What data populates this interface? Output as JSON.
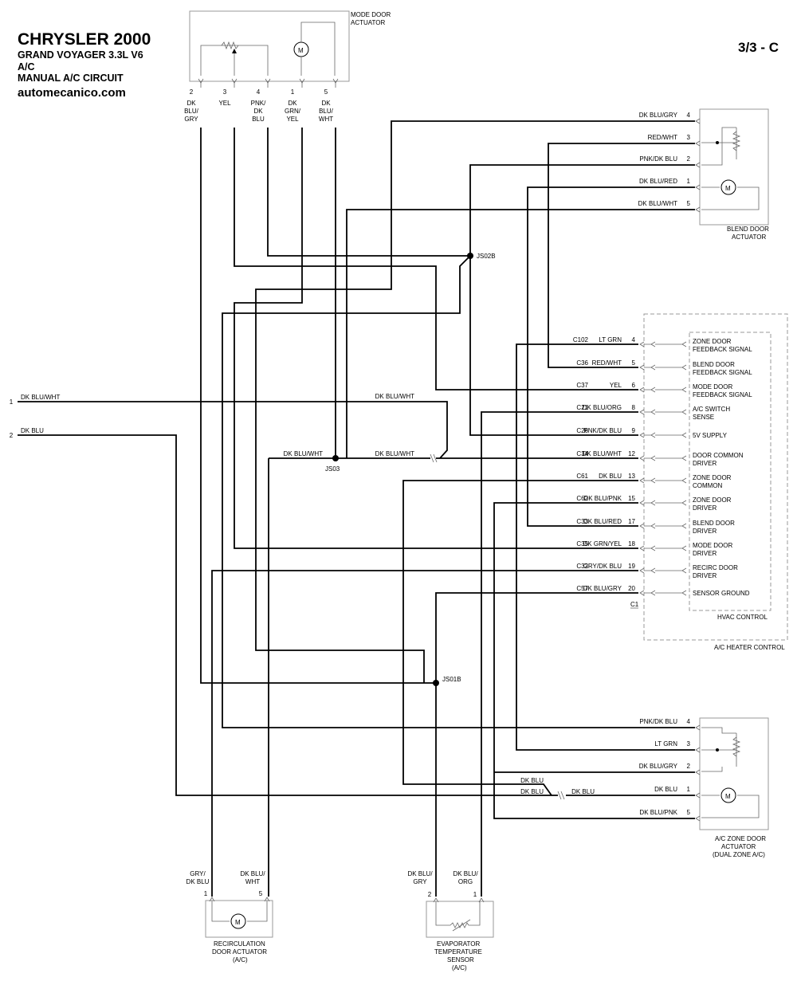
{
  "header": {
    "title": "CHRYSLER 2000",
    "lines": [
      "GRAND VOYAGER  3.3L  V6",
      "A/C",
      "MANUAL A/C CIRCUIT"
    ],
    "site": "automecanico.com",
    "page": "3/3 - C"
  },
  "components": {
    "mode_door": [
      "MODE DOOR",
      "ACTUATOR"
    ],
    "blend_door": [
      "BLEND DOOR",
      "ACTUATOR"
    ],
    "zone_door": [
      "A/C ZONE DOOR",
      "ACTUATOR",
      "(DUAL ZONE A/C)"
    ],
    "recirc_door": [
      "RECIRCULATION",
      "DOOR ACTUATOR",
      "(A/C)"
    ],
    "evap_sensor": [
      "EVAPORATOR",
      "TEMPERATURE",
      "SENSOR",
      "(A/C)"
    ],
    "hvac_control": "HVAC CONTROL",
    "heater_control": "A/C HEATER CONTROL",
    "connector": "C1",
    "motor_symbol": "M"
  },
  "splices": {
    "js02b": "JS02B",
    "js03": "JS03",
    "js01b": "JS01B"
  },
  "mode_pins": [
    {
      "pin": "2",
      "wire": [
        "DK",
        "BLU/",
        "GRY"
      ]
    },
    {
      "pin": "3",
      "wire": [
        "YEL"
      ]
    },
    {
      "pin": "4",
      "wire": [
        "PNK/",
        "DK",
        "BLU"
      ]
    },
    {
      "pin": "1",
      "wire": [
        "DK",
        "GRN/",
        "YEL"
      ]
    },
    {
      "pin": "5",
      "wire": [
        "DK",
        "BLU/",
        "WHT"
      ]
    }
  ],
  "blend_pins": [
    {
      "pin": "4",
      "wire": "DK BLU/GRY"
    },
    {
      "pin": "3",
      "wire": "RED/WHT"
    },
    {
      "pin": "2",
      "wire": "PNK/DK BLU"
    },
    {
      "pin": "1",
      "wire": "DK BLU/RED"
    },
    {
      "pin": "5",
      "wire": "DK BLU/WHT"
    }
  ],
  "zone_pins": [
    {
      "pin": "4",
      "wire": "PNK/DK BLU"
    },
    {
      "pin": "3",
      "wire": "LT GRN"
    },
    {
      "pin": "2",
      "wire": "DK BLU/GRY"
    },
    {
      "pin": "1",
      "wire": "DK BLU"
    },
    {
      "pin": "5",
      "wire": "DK BLU/PNK"
    }
  ],
  "zone_extra": [
    "DK BLU",
    "DK BLU",
    "DK BLU"
  ],
  "hvac_pins": [
    {
      "circuit": "C102",
      "wire": "LT GRN",
      "pin": "4",
      "func": [
        "ZONE DOOR",
        "FEEDBACK SIGNAL"
      ]
    },
    {
      "circuit": "C36",
      "wire": "RED/WHT",
      "pin": "5",
      "func": [
        "BLEND DOOR",
        "FEEDBACK SIGNAL"
      ]
    },
    {
      "circuit": "C37",
      "wire": "YEL",
      "pin": "6",
      "func": [
        "MODE DOOR",
        "FEEDBACK SIGNAL"
      ]
    },
    {
      "circuit": "C21",
      "wire": "DK BLU/ORG",
      "pin": "8",
      "func": [
        "A/C SWITCH",
        "SENSE"
      ]
    },
    {
      "circuit": "C26",
      "wire": "PNK/DK BLU",
      "pin": "9",
      "func": [
        "5V SUPPLY"
      ]
    },
    {
      "circuit": "C34",
      "wire": "DK BLU/WHT",
      "pin": "12",
      "func": [
        "DOOR COMMON",
        "DRIVER"
      ]
    },
    {
      "circuit": "C61",
      "wire": "DK BLU",
      "pin": "13",
      "func": [
        "ZONE DOOR",
        "COMMON"
      ]
    },
    {
      "circuit": "C62",
      "wire": "DK BLU/PNK",
      "pin": "15",
      "func": [
        "ZONE DOOR",
        "DRIVER"
      ]
    },
    {
      "circuit": "C33",
      "wire": "DK BLU/RED",
      "pin": "17",
      "func": [
        "BLEND DOOR",
        "DRIVER"
      ]
    },
    {
      "circuit": "C35",
      "wire": "DK GRN/YEL",
      "pin": "18",
      "func": [
        "MODE DOOR",
        "DRIVER"
      ]
    },
    {
      "circuit": "C32",
      "wire": "GRY/DK BLU",
      "pin": "19",
      "func": [
        "RECIRC DOOR",
        "DRIVER"
      ]
    },
    {
      "circuit": "C57",
      "wire": "DK BLU/GRY",
      "pin": "20",
      "func": [
        "SENSOR GROUND"
      ]
    }
  ],
  "left_inputs": [
    {
      "pin": "1",
      "wire": "DK BLU/WHT"
    },
    {
      "pin": "2",
      "wire": "DK BLU"
    }
  ],
  "wire_labels": {
    "top_dkbluwht": "DK BLU/WHT",
    "js03_left": "DK BLU/WHT",
    "js03_right": "DK BLU/WHT"
  },
  "recirc_pins": [
    {
      "pin": "1",
      "wire": [
        "GRY/",
        "DK BLU"
      ]
    },
    {
      "pin": "5",
      "wire": [
        "DK BLU/",
        "WHT"
      ]
    }
  ],
  "evap_pins": [
    {
      "pin": "2",
      "wire": [
        "DK BLU/",
        "GRY"
      ]
    },
    {
      "pin": "1",
      "wire": [
        "DK BLU/",
        "ORG"
      ]
    }
  ]
}
